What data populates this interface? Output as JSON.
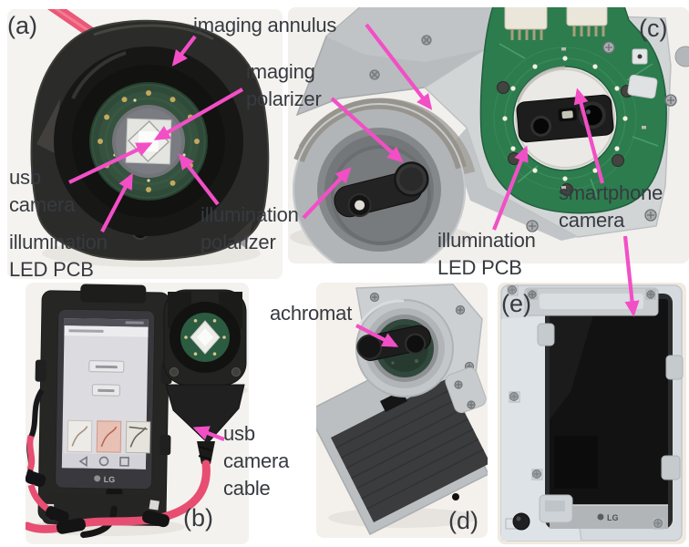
{
  "figure": {
    "panel_letters": {
      "a": "(a)",
      "b": "(b)",
      "c": "(c)",
      "d": "(d)",
      "e": "(e)"
    },
    "annotations": {
      "imaging_annulus": "imaging annulus",
      "imaging_polarizer": "imaging\npolarizer",
      "usb_camera": "usb\ncamera",
      "illumination_led_pcb_a": "illumination\nLED PCB",
      "illumination_polarizer": "illumination\npolarizer",
      "illumination_led_pcb_c": "illumination\nLED PCB",
      "smartphone_camera": "smartphone\ncamera",
      "achromat": "achromat",
      "usb_camera_cable": "usb\ncamera\ncable"
    },
    "brands": {
      "phone_b": "LG",
      "phone_e": "LG"
    }
  },
  "colors": {
    "arrow": "#f24fc6",
    "label_text": "#363a40",
    "cable_pink": "#e84e72",
    "pcb_green": "#2d7c4e"
  }
}
